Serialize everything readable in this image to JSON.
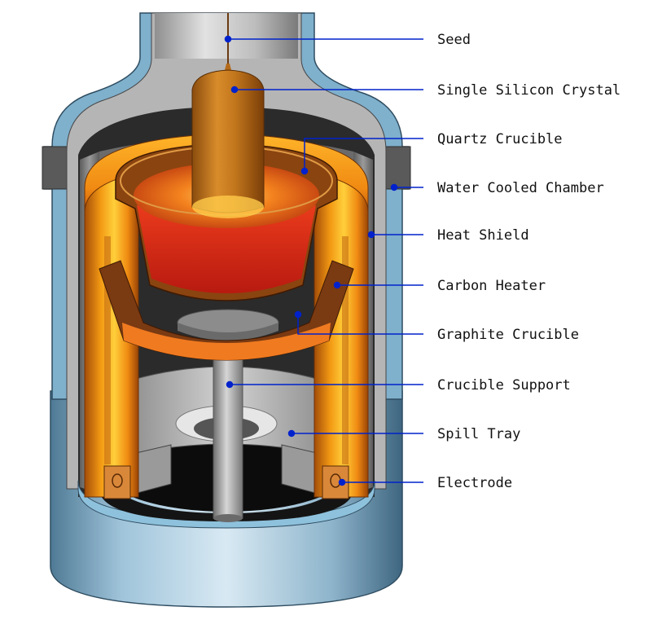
{
  "colors": {
    "leader": "#0022cc",
    "chamber_blue": "#7fb0cc",
    "chamber_gray": "#a9a9a9",
    "heater_orange": "#f39a14",
    "melt_red": "#d8261a",
    "crystal_amber": "#c8791a",
    "graphite_brown": "#7a3a12"
  },
  "labels": {
    "seed": "Seed",
    "crystal": "Single Silicon Crystal",
    "quartz": "Quartz Crucible",
    "water": "Water Cooled Chamber",
    "shield": "Heat Shield",
    "heater": "Carbon Heater",
    "graphite": "Graphite Crucible",
    "support": "Crucible Support",
    "spill": "Spill Tray",
    "electrode": "Electrode"
  }
}
